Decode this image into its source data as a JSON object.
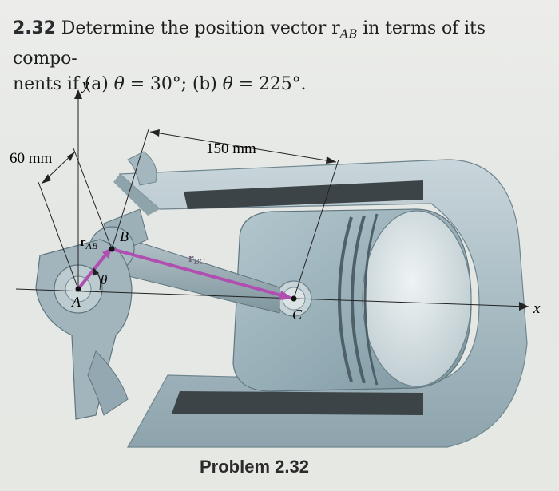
{
  "problem": {
    "number": "2.32",
    "line1": "Determine the position vector r",
    "line1_sub": "AB",
    "line1_end": " in terms of its compo-",
    "line2_start": "nents if (a) ",
    "theta": "θ",
    "part_a": " = 30°; (b) ",
    "part_b": " = 225°."
  },
  "figure": {
    "axis_y": "y",
    "axis_x": "x",
    "dim_60": "60 mm",
    "dim_150": "150 mm",
    "label_rAB": "r",
    "label_rAB_sub": "AB",
    "label_rBC": "r",
    "label_rBC_sub": "BC",
    "label_theta": "θ",
    "point_A": "A",
    "point_B": "B",
    "point_C": "C",
    "vector_color": "#b04fb0"
  },
  "caption": "Problem 2.32"
}
